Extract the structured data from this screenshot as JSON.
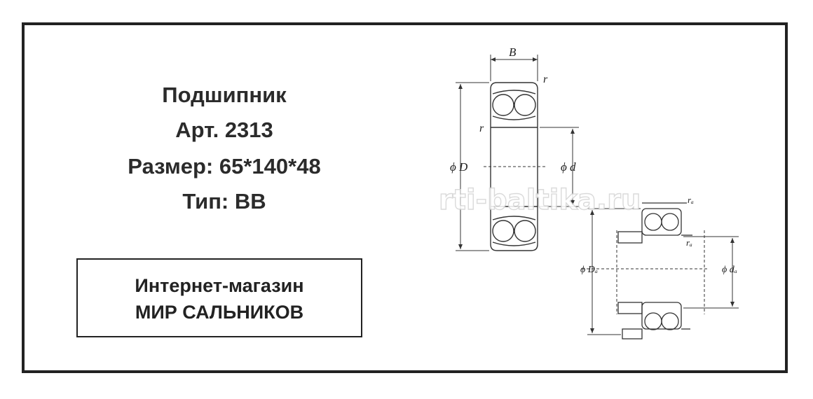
{
  "product": {
    "title": "Подшипник",
    "article": "Арт.  2313",
    "size": "Размер:  65*140*48",
    "type": "Тип:  BB"
  },
  "shop": {
    "line1": "Интернет-магазин",
    "line2": "МИР САЛЬНИКОВ"
  },
  "diagram": {
    "label_B": "B",
    "label_r_top": "r",
    "label_r_mid": "r",
    "label_D": "ϕ D",
    "label_d": "ϕ d",
    "label_ra_top": "rₐ",
    "label_ra_mid": "rₐ",
    "label_Da": "ϕ Dₐ",
    "label_da": "ϕ dₐ"
  },
  "watermark": "rti-baltika.ru"
}
